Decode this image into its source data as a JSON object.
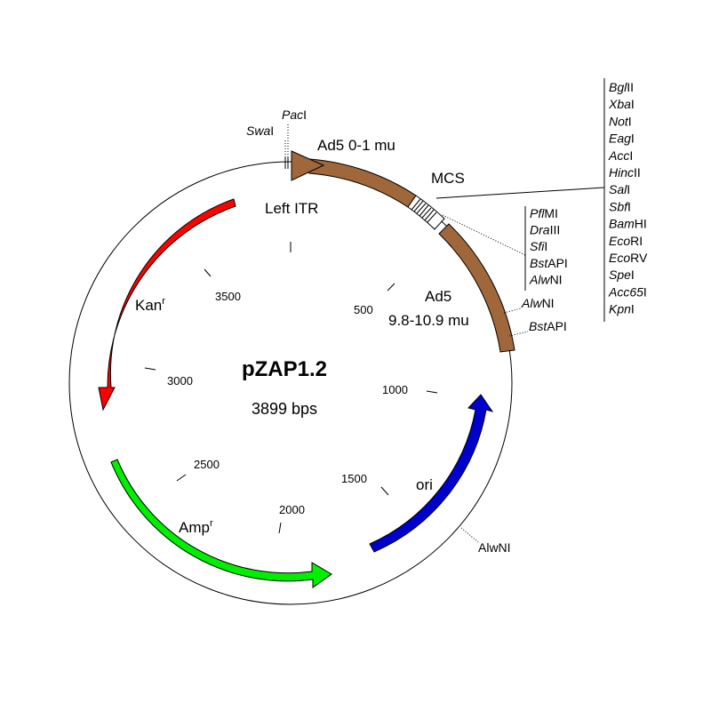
{
  "plasmid": {
    "name": "pZAP1.2",
    "size_label": "3899 bps"
  },
  "scale": {
    "ticks": [
      "500",
      "1000",
      "1500",
      "2000",
      "2500",
      "3000",
      "3500"
    ]
  },
  "features": {
    "ad5_left": {
      "label": "Ad5 0-1 mu",
      "color": "#a0673a"
    },
    "left_itr": {
      "label": "Left ITR"
    },
    "mcs": {
      "label": "MCS"
    },
    "ad5_right": {
      "label_line1": "Ad5",
      "label_line2": "9.8-10.9 mu",
      "color": "#a0673a"
    },
    "kan": {
      "label": "Kan",
      "sup": "r",
      "color": "#ff0000"
    },
    "amp": {
      "label": "Amp",
      "sup": "r",
      "color": "#00ee00"
    },
    "ori": {
      "label": "ori",
      "color": "#0000cc"
    }
  },
  "sites": {
    "pacI": {
      "italic": "Pac",
      "plain": "I"
    },
    "swaI": {
      "italic": "Swa",
      "plain": "I"
    },
    "alwNI_right": {
      "italic": "Alw",
      "plain": "NI"
    },
    "bstAPI_right": {
      "italic": "Bst",
      "plain": "API"
    },
    "alwNI_bottom": {
      "text": "AlwNI"
    }
  },
  "site_list_1": [
    {
      "italic": "Pfl",
      "plain": "MI"
    },
    {
      "italic": "Dra",
      "plain": "III"
    },
    {
      "italic": "Sfi",
      "plain": "I"
    },
    {
      "italic": "Bst",
      "plain": "API"
    },
    {
      "italic": "Alw",
      "plain": "NI"
    }
  ],
  "mcs_sites": [
    {
      "italic": "Bgl",
      "plain": "II"
    },
    {
      "italic": "Xba",
      "plain": "I"
    },
    {
      "italic": "Not",
      "plain": "I"
    },
    {
      "italic": "Eag",
      "plain": "I"
    },
    {
      "italic": "Acc",
      "plain": "I"
    },
    {
      "italic": "Hinc",
      "plain": "II"
    },
    {
      "italic": "Sal",
      "plain": "I"
    },
    {
      "italic": "Sbf",
      "plain": "I"
    },
    {
      "italic": "Bam",
      "plain": "HI"
    },
    {
      "italic": "Eco",
      "plain": "RI"
    },
    {
      "italic": "Eco",
      "plain": "RV"
    },
    {
      "italic": "Spe",
      "plain": "I"
    },
    {
      "italic": "Acc65",
      "plain": "I"
    },
    {
      "italic": "Kpn",
      "plain": "I"
    }
  ]
}
